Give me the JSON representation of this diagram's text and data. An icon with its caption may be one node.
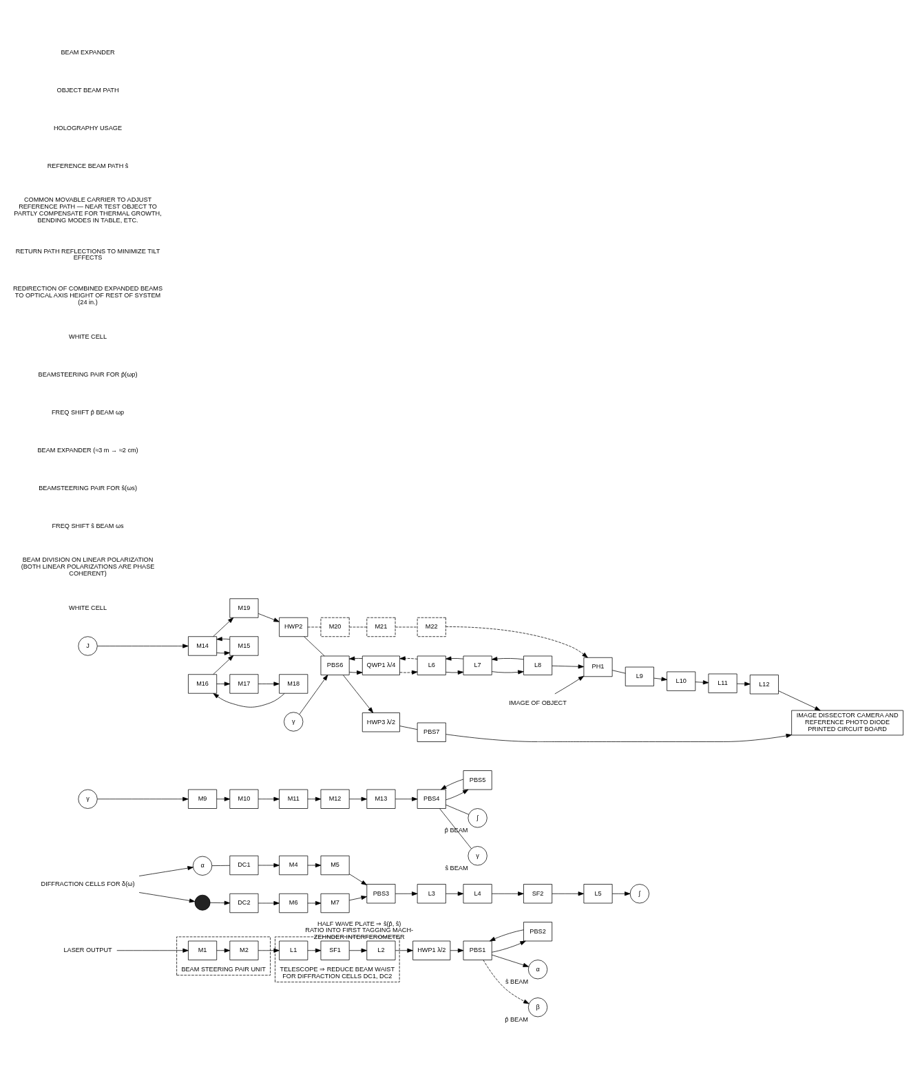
{
  "diagram": {
    "nodes": [
      {
        "text": [
          "LASER OUTPUT"
        ]
      },
      {
        "text": [
          "BEAM STEERING PAIR UNIT"
        ]
      },
      {
        "text": [
          "M1"
        ],
        "in": 1
      },
      {
        "text": [
          "M2"
        ],
        "in": 1
      },
      {
        "text": [
          "TELESCOPE ⇒ REDUCE BEAM WAIST FOR DIFFRACTION CELLS DC1, DC2"
        ]
      },
      {
        "text": [
          "L1"
        ],
        "in": 4
      },
      {
        "text": [
          "SF1"
        ],
        "in": 4
      },
      {
        "text": [
          "L2"
        ],
        "in": 4
      },
      {
        "text": [
          "HWP1 λ/2"
        ],
        "beside": [
          "HALF WAVE PLATE ⇒ ŝ(p̂, ŝ) RATIO INTO FIRST TAGGING MACH-ZEHNDER INTERFEROMETER"
        ]
      },
      {
        "text": [
          "PBS1"
        ]
      },
      {
        "text": [
          "PBS2"
        ]
      },
      {
        "text": [
          "α"
        ],
        "beside": [
          "ŝ BEAM"
        ]
      },
      {
        "text": [
          "β"
        ],
        "beside": [
          "p̂ BEAM"
        ]
      },
      {
        "text": [
          "α"
        ]
      },
      {
        "text": [
          "DC1"
        ]
      },
      {
        "text": [
          "M4"
        ]
      },
      {
        "text": [
          "M5"
        ]
      },
      {
        "text": [],
        "shape": "circle"
      },
      {
        "text": [
          "DC2"
        ]
      },
      {
        "text": [
          "M6"
        ]
      },
      {
        "text": [
          "M7"
        ]
      },
      {
        "text": [
          "PBS3"
        ]
      },
      {
        "text": [
          "L3"
        ]
      },
      {
        "text": [
          "L4"
        ]
      },
      {
        "text": [
          "SF2"
        ]
      },
      {
        "text": [
          "L5"
        ]
      },
      {
        "text": [
          "ʃ"
        ]
      },
      {
        "text": [
          "DIFFRACTION CELLS FOR δ(ω)"
        ]
      },
      {
        "text": [
          "γ"
        ]
      },
      {
        "text": [
          "M9"
        ]
      },
      {
        "text": [
          "M10"
        ]
      },
      {
        "text": [
          "M11"
        ]
      },
      {
        "text": [
          "M12"
        ]
      },
      {
        "text": [
          "M13"
        ]
      },
      {
        "text": [
          "PBS4"
        ]
      },
      {
        "text": [
          "PBS5"
        ]
      },
      {
        "text": [
          "ʃ"
        ],
        "beside": [
          "p̂ BEAM"
        ]
      },
      {
        "text": [
          "γ"
        ],
        "beside": [
          "ŝ BEAM"
        ]
      },
      {
        "text": [
          "J"
        ]
      },
      {
        "text": [
          "M14"
        ]
      },
      {
        "text": [
          "M15"
        ]
      },
      {
        "text": [
          "M16"
        ]
      },
      {
        "text": [
          "M17"
        ]
      },
      {
        "text": [
          "M18"
        ]
      },
      {
        "text": [
          "M19"
        ]
      },
      {
        "text": [
          "HWP2"
        ]
      },
      {
        "text": [
          "M20"
        ]
      },
      {
        "text": [
          "M21"
        ]
      },
      {
        "text": [
          "M22"
        ]
      },
      {
        "text": [
          "γ"
        ]
      },
      {
        "text": [
          "PBS6"
        ]
      },
      {
        "text": [
          "QWP1 λ/4"
        ]
      },
      {
        "text": [
          "L6"
        ]
      },
      {
        "text": [
          "L7"
        ]
      },
      {
        "text": [
          "L8"
        ]
      },
      {
        "text": [
          "PH1"
        ]
      },
      {
        "text": [
          "IMAGE OF OBJECT"
        ]
      },
      {
        "text": [
          "L9"
        ]
      },
      {
        "text": [
          "L10"
        ]
      },
      {
        "text": [
          "L11"
        ]
      },
      {
        "text": [
          "L12"
        ]
      },
      {
        "text": [
          "HWP3 λ/2"
        ]
      },
      {
        "text": [
          "PBS7"
        ]
      },
      {
        "text": [
          "IMAGE DISSECTOR CAMERA AND REFERENCE PHOTO DIODE PRINTED CIRCUIT BOARD"
        ]
      }
    ],
    "edges": [
      {
        "from": 0,
        "to": 2,
        "arrow": "to"
      },
      {
        "from": 2,
        "to": 3,
        "arrow": "to"
      },
      {
        "from": 3,
        "to": 5,
        "arrow": "to"
      },
      {
        "from": 5,
        "to": 6,
        "arrow": "to"
      },
      {
        "from": 6,
        "to": 7,
        "arrow": "to"
      },
      {
        "from": 7,
        "to": 8,
        "arrow": "to"
      },
      {
        "from": 8,
        "to": 9,
        "arrow": "to"
      },
      {
        "from": 9,
        "to": 10,
        "arrow": "to"
      },
      {
        "from": 10,
        "to": 9,
        "arrow": "to"
      },
      {
        "from": 9,
        "to": 11,
        "arrow": "to"
      },
      {
        "from": 9,
        "to": 12,
        "arrow": "to",
        "style": "dashed"
      },
      {
        "from": 13,
        "to": 14,
        "arrow": "none"
      },
      {
        "from": 14,
        "to": 15,
        "arrow": "to"
      },
      {
        "from": 15,
        "to": 16,
        "arrow": "to"
      },
      {
        "from": 16,
        "to": 21,
        "arrow": "to"
      },
      {
        "from": 17,
        "to": 18,
        "arrow": "to"
      },
      {
        "from": 18,
        "to": 19,
        "arrow": "to"
      },
      {
        "from": 19,
        "to": 20,
        "arrow": "to"
      },
      {
        "from": 20,
        "to": 21,
        "arrow": "to"
      },
      {
        "from": 21,
        "to": 22,
        "arrow": "to"
      },
      {
        "from": 22,
        "to": 23,
        "arrow": "to"
      },
      {
        "from": 23,
        "to": 24,
        "arrow": "to"
      },
      {
        "from": 24,
        "to": 25,
        "arrow": "to"
      },
      {
        "from": 25,
        "to": 26,
        "arrow": "to"
      },
      {
        "from": 27,
        "to": 13,
        "arrow": "to"
      },
      {
        "from": 27,
        "to": 17,
        "arrow": "to"
      },
      {
        "from": 28,
        "to": 29,
        "arrow": "to"
      },
      {
        "from": 29,
        "to": 30,
        "arrow": "to"
      },
      {
        "from": 30,
        "to": 31,
        "arrow": "to"
      },
      {
        "from": 31,
        "to": 32,
        "arrow": "to"
      },
      {
        "from": 32,
        "to": 33,
        "arrow": "to"
      },
      {
        "from": 33,
        "to": 34,
        "arrow": "to"
      },
      {
        "from": 34,
        "to": 35,
        "arrow": "to"
      },
      {
        "from": 35,
        "to": 34,
        "arrow": "to"
      },
      {
        "from": 34,
        "to": 36,
        "arrow": "none"
      },
      {
        "from": 34,
        "to": 37,
        "arrow": "none"
      },
      {
        "from": 38,
        "to": 39,
        "arrow": "to"
      },
      {
        "from": 39,
        "to": 40,
        "arrow": "to"
      },
      {
        "from": 40,
        "to": 39,
        "arrow": "to"
      },
      {
        "from": 41,
        "to": 40,
        "arrow": "to"
      },
      {
        "from": 41,
        "to": 42,
        "arrow": "to"
      },
      {
        "from": 42,
        "to": 43,
        "arrow": "to"
      },
      {
        "from": 43,
        "to": 41,
        "arrow": "to"
      },
      {
        "from": 39,
        "to": 44,
        "arrow": "to"
      },
      {
        "from": 44,
        "to": 45,
        "arrow": "to"
      },
      {
        "from": 45,
        "to": 46,
        "arrow": "none",
        "style": "dashed"
      },
      {
        "from": 46,
        "to": 47,
        "arrow": "none",
        "style": "dashed"
      },
      {
        "from": 47,
        "to": 48,
        "arrow": "none",
        "style": "dashed"
      },
      {
        "from": 48,
        "to": 55,
        "arrow": "to",
        "style": "dashed"
      },
      {
        "from": 45,
        "to": 50,
        "arrow": "none"
      },
      {
        "from": 49,
        "to": 50,
        "arrow": "to"
      },
      {
        "from": 50,
        "to": 51,
        "arrow": "to"
      },
      {
        "from": 51,
        "to": 50,
        "arrow": "to"
      },
      {
        "from": 51,
        "to": 52,
        "arrow": "to",
        "style": "dashed"
      },
      {
        "from": 52,
        "to": 51,
        "arrow": "to",
        "style": "dashed"
      },
      {
        "from": 52,
        "to": 53,
        "arrow": "to"
      },
      {
        "from": 53,
        "to": 52,
        "arrow": "to"
      },
      {
        "from": 53,
        "to": 54,
        "arrow": "to"
      },
      {
        "from": 54,
        "to": 53,
        "arrow": "to"
      },
      {
        "from": 54,
        "to": 55,
        "arrow": "to"
      },
      {
        "from": 56,
        "to": 55,
        "arrow": "to"
      },
      {
        "from": 55,
        "to": 57,
        "arrow": "none"
      },
      {
        "from": 57,
        "to": 58,
        "arrow": "to"
      },
      {
        "from": 58,
        "to": 59,
        "arrow": "to"
      },
      {
        "from": 59,
        "to": 60,
        "arrow": "to"
      },
      {
        "from": 60,
        "to": 63,
        "arrow": "to"
      },
      {
        "from": 50,
        "to": 61,
        "arrow": "to"
      },
      {
        "from": 61,
        "to": 62,
        "arrow": "none"
      },
      {
        "from": 62,
        "to": 63,
        "arrow": "to"
      }
    ],
    "labels": [
      "WHITE CELL",
      "BEAM DIVISION ON LINEAR POLARIZATION (BOTH LINEAR POLARIZATIONS ARE PHASE COHERENT)",
      "FREQ SHIFT ŝ BEAM ωs",
      "BEAMSTEERING PAIR FOR ŝ(ωs)",
      "BEAM EXPANDER (≈3 m → ≈2 cm)",
      "FREQ SHIFT p̂ BEAM ωp",
      "BEAMSTEERING PAIR FOR p̂(ωp)",
      "WHITE CELL",
      "REDIRECTION OF COMBINED EXPANDED BEAMS TO OPTICAL AXIS HEIGHT OF REST OF SYSTEM (24 in.)",
      "RETURN PATH REFLECTIONS TO MINIMIZE TILT EFFECTS",
      "COMMON MOVABLE CARRIER TO ADJUST REFERENCE PATH — NEAR TEST OBJECT TO PARTLY COMPENSATE FOR THERMAL GROWTH, BENDING MODES IN TABLE, ETC.",
      "REFERENCE BEAM PATH ŝ",
      "HOLOGRAPHY USAGE",
      "OBJECT BEAM PATH",
      "BEAM EXPANDER"
    ]
  }
}
